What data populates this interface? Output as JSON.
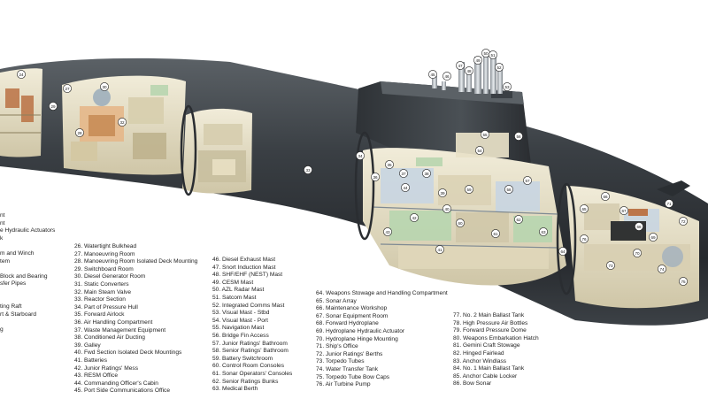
{
  "colors": {
    "hull_dark": "#2c3034",
    "hull_mid": "#454a4f",
    "hull_light": "#6c7278",
    "interior_cream": "#e9e2c8",
    "interior_green": "#b9d6b0",
    "interior_blue": "#c9d6e2",
    "rust": "#b86b3c",
    "text": "#222222"
  },
  "left_fragments": [
    "nt",
    "nt",
    "e Hydraulic Actuators",
    "k",
    "",
    "m and Winch",
    "tem",
    "",
    "Block and Bearing",
    "sfer Pipes",
    "",
    "",
    "ting Raft",
    "rt & Starboard",
    "",
    "g"
  ],
  "legend_col_1": [
    "26. Watertight Bulkhead",
    "27. Manoeuvring Room",
    "28. Manoeuvring Room Isolated Deck Mounting",
    "29. Switchboard Room",
    "30. Diesel Generator Room",
    "31. Static Converters",
    "32. Main Steam Valve",
    "33. Reactor Section",
    "34. Part of Pressure Hull",
    "35. Forward Airlock",
    "36. Air Handling Compartment",
    "37. Waste Management Equipment",
    "38. Conditioned Air Ducting",
    "39. Galley",
    "40. Fwd Section Isolated Deck Mountings",
    "41. Batteries",
    "42. Junior Ratings' Mess",
    "43. RESM Office",
    "44. Commanding Officer's Cabin",
    "45. Port Side Communications Office"
  ],
  "legend_col_2": [
    "46. Diesel Exhaust Mast",
    "47. Snort Induction Mast",
    "48. SHF/EHF (NEST) Mast",
    "49. CESM Mast",
    "50. AZL Radar Mast",
    "51. Satcom Mast",
    "52. Integrated Comms Mast",
    "53. Visual Mast - Stbd",
    "54. Visual Mast - Port",
    "55. Navigation Mast",
    "56. Bridge Fin Access",
    "57. Junior Ratings' Bathroom",
    "58. Senior Ratings' Bathroom",
    "59. Battery Switchroom",
    "60. Control Room Consoles",
    "61. Sonar Operators' Consoles",
    "62. Senior Ratings Bunks",
    "63. Medical Berth"
  ],
  "legend_col_3": [
    "64. Weapons Stowage and Handling Compartment",
    "65. Sonar Array",
    "66. Maintenance Workshop",
    "67. Sonar Equipment Room",
    "68. Forward Hydroplane",
    "69. Hydroplane Hydraulic Actuator",
    "70. Hydroplane Hinge Mounting",
    "71. Ship's Office",
    "72. Junior Ratings' Berths",
    "73. Torpedo Tubes",
    "74. Water Transfer Tank",
    "75. Torpedo Tube Bow Caps",
    "76. Air Turbine Pump"
  ],
  "legend_col_4": [
    "77. No. 2 Main Ballast Tank",
    "78. High Pressure Air Bottles",
    "79. Forward Pressure Dome",
    "80. Weapons Embarkation Hatch",
    "81. Gemini Craft Stowage",
    "82. Hinged Fairlead",
    "83. Anchor Windlass",
    "84. No. 1 Main Ballast Tank",
    "85. Anchor Cable Locker",
    "86. Bow Sonar"
  ],
  "callouts": [
    "24",
    "27",
    "30",
    "28",
    "29",
    "32",
    "33",
    "34",
    "35",
    "36",
    "37",
    "38",
    "39",
    "40",
    "41",
    "42",
    "43",
    "44",
    "45",
    "46",
    "47",
    "48",
    "49",
    "50",
    "51",
    "52",
    "53",
    "54",
    "55",
    "56",
    "57",
    "58",
    "59",
    "60",
    "61",
    "62",
    "63",
    "64",
    "65",
    "66",
    "67",
    "68",
    "69",
    "70",
    "71",
    "72",
    "73",
    "74",
    "75",
    "76",
    "77",
    "78",
    "79",
    "80",
    "81",
    "82",
    "83",
    "84",
    "85",
    "86"
  ]
}
